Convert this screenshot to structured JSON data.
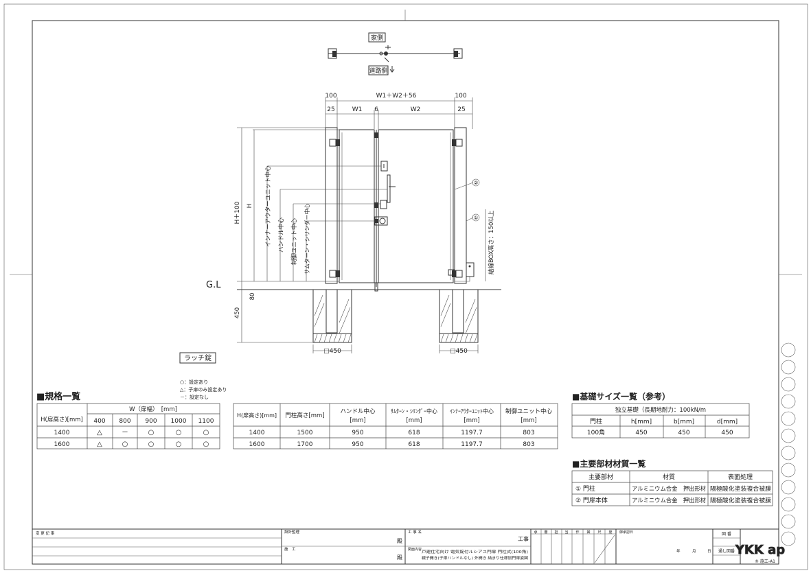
{
  "direction": {
    "house_side": "家側",
    "road_side": "道路側"
  },
  "dimensions": {
    "post_left": "100",
    "total": "W1＋W2＋56",
    "post_right": "100",
    "gap_left": "25",
    "w1": "W1",
    "center_gap": "6",
    "w2": "W2",
    "gap_right": "25",
    "h_plus": "H＋100",
    "h": "H",
    "below_gl": "80",
    "foundation_depth": "450",
    "foundation_left": "□450",
    "foundation_right": "□450",
    "gl": "G.L"
  },
  "vertical_labels": {
    "inner_outer": "インナーアウターユニット中心",
    "handle": "ハンドル中心",
    "control": "制御ユニット中心",
    "thumbturn": "サムターン・シリンダー中心",
    "wiring": "結線BOX高さ：150以上"
  },
  "callouts": {
    "c1": "①",
    "c2": "②"
  },
  "latch_label": "ラッチ錠",
  "legend": [
    "○：設定あり",
    "△：子扉のみ設定あり",
    "－：設定なし"
  ],
  "spec_table": {
    "title": "■規格一覧",
    "w_header": "W（扉幅）　[mm]",
    "h_header": "H(扉高さ)[mm]",
    "w_values": [
      "400",
      "800",
      "900",
      "1000",
      "1100"
    ],
    "rows": [
      {
        "h": "1400",
        "cells": [
          "△",
          "－",
          "○",
          "○",
          "○"
        ]
      },
      {
        "h": "1600",
        "cells": [
          "△",
          "○",
          "○",
          "○",
          "○"
        ]
      }
    ]
  },
  "height_table": {
    "headers": [
      [
        "H(扉高さ)[mm]",
        ""
      ],
      [
        "門柱高さ[mm]",
        ""
      ],
      [
        "ハンドル中心",
        "[mm]"
      ],
      [
        "ｻﾑﾀｰﾝ・ｼﾘﾝﾀﾞｰ中心",
        "[mm]"
      ],
      [
        "ｲﾝﾅｰｱｳﾀｰﾕﾆｯﾄ中心",
        "[mm]"
      ],
      [
        "制御ユニット中心",
        "[mm]"
      ]
    ],
    "rows": [
      [
        "1400",
        "1500",
        "950",
        "618",
        "1197.7",
        "803"
      ],
      [
        "1600",
        "1700",
        "950",
        "618",
        "1197.7",
        "803"
      ]
    ]
  },
  "foundation_table": {
    "title": "■基礎サイズ一覧（参考）",
    "subtitle": "独立基礎（長期地耐力：100kN/m",
    "headers": [
      "門柱",
      "h[mm]",
      "b[mm]",
      "d[mm]"
    ],
    "row": [
      "100角",
      "450",
      "450",
      "450"
    ]
  },
  "material_table": {
    "title": "■主要部材材質一覧",
    "headers": [
      "主要部材",
      "材質",
      "表面処理"
    ],
    "rows": [
      [
        "① 門柱",
        "アルミニウム合金　押出形材",
        "陽極酸化塗装複合被膜"
      ],
      [
        "② 門扉本体",
        "アルミニウム合金　押出形材",
        "陽極酸化塗装複合被膜"
      ]
    ]
  },
  "title_block": {
    "revision": "変 更 記 事",
    "design_supervision": "設計監理",
    "honorific_1": "殿",
    "contractor": "施　工",
    "honorific_2": "殿",
    "project_label": "工 事 名",
    "project_suffix": "工事",
    "drawing_content_label": "図面内容",
    "drawing_content_line1": "戸建住宅向け 電気錠付ルシアス門扉 門柱式(100角)",
    "drawing_content_line2": "親子開き(子扉ハンドルなし) 外開き 納まり仕様別門扉姿図",
    "approval_cols": [
      "承",
      "審",
      "担",
      "当",
      "作",
      "図",
      "尺",
      "度"
    ],
    "approval_date_label": "御承認日",
    "date_units": [
      "年",
      "月",
      "日"
    ],
    "drawing_no_label": "図 番",
    "serial_no_label": "通し図番",
    "logo": "YKK ap",
    "sheet_code": "® 施工-A1"
  }
}
